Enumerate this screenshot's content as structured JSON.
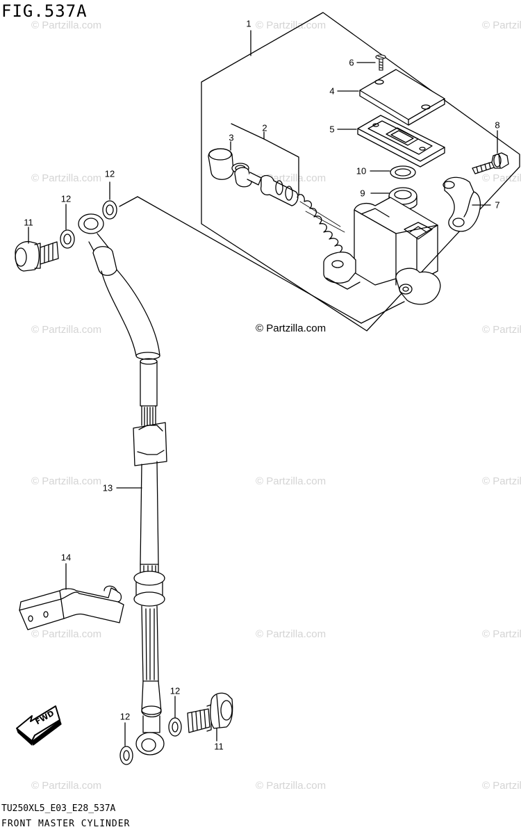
{
  "figure": {
    "title": "FIG.537A",
    "code": "TU250XL5_E03_E28_537A",
    "name": "FRONT MASTER CYLINDER",
    "copyright": "© Partzilla.com",
    "watermark": "© Partzilla.com",
    "direction_label": "FWD"
  },
  "callouts": {
    "c1": "1",
    "c2": "2",
    "c3": "3",
    "c4": "4",
    "c5": "5",
    "c6": "6",
    "c7": "7",
    "c8": "8",
    "c9": "9",
    "c10": "10",
    "c11a": "11",
    "c11b": "11",
    "c12a": "12",
    "c12b": "12",
    "c12c": "12",
    "c12d": "12",
    "c13": "13",
    "c14": "14"
  },
  "colors": {
    "line": "#000000",
    "watermark": "#d4d4d4",
    "background": "#ffffff"
  }
}
